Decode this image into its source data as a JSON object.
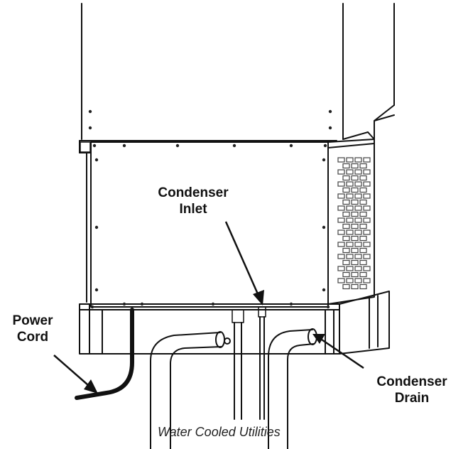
{
  "labels": {
    "condenser_inlet": [
      "Condenser",
      "Inlet"
    ],
    "power_cord": [
      "Power",
      "Cord"
    ],
    "condenser_drain": [
      "Condenser",
      "Drain"
    ]
  },
  "caption": "Water Cooled Utilities",
  "colors": {
    "line": "#111111",
    "vent": "#444444",
    "background": "#ffffff"
  }
}
